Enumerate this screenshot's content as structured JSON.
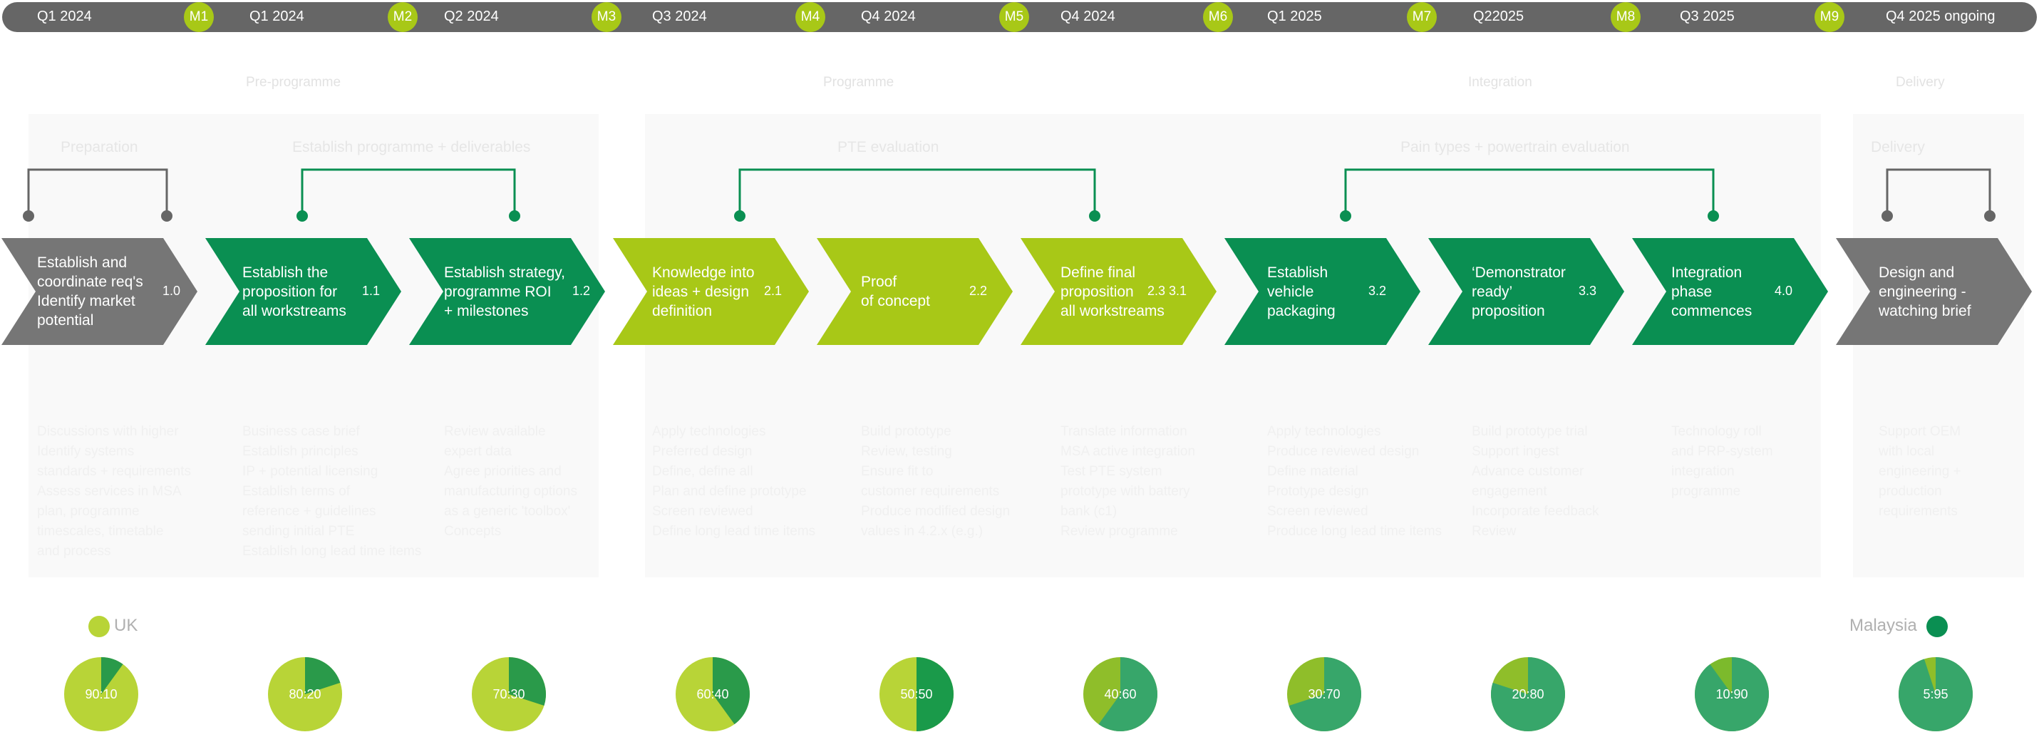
{
  "colors": {
    "timeline": "#666666",
    "milestone": "#a8c817",
    "dark_green": "#0a8f52",
    "light_green": "#a8c817",
    "gray": "#767676",
    "bracket_green": "#0a8f52",
    "bracket_gray": "#666666",
    "uk": "#b8d437",
    "malaysia": "#0a8f52"
  },
  "timeline": {
    "periods": [
      "Q1 2024",
      "Q1 2024",
      "Q2 2024",
      "Q3 2024",
      "Q4 2024",
      "Q4 2024",
      "Q1 2025",
      "Q22025",
      "Q3 2025",
      "Q4 2025 ongoing"
    ],
    "milestones": [
      "M1",
      "M2",
      "M3",
      "M4",
      "M5",
      "M6",
      "M7",
      "M8",
      "M9"
    ]
  },
  "header_ghost": [
    "Pre-programme",
    "Programme",
    "Integration",
    "Delivery"
  ],
  "phases": [
    {
      "label": "Preparation",
      "color": "gray"
    },
    {
      "label": "Establish programme + deliverables",
      "color": "dark_green"
    },
    {
      "label": "PTE evaluation",
      "color": "dark_green"
    },
    {
      "label": "Pain types + powertrain evaluation",
      "color": "dark_green"
    },
    {
      "label": "Delivery",
      "color": "gray"
    }
  ],
  "steps": [
    {
      "lines": [
        "Establish and",
        "coordinate req's",
        "Identify market",
        "potential"
      ],
      "num": "1.0",
      "color": "gray"
    },
    {
      "lines": [
        "Establish the",
        "proposition for",
        "all workstreams"
      ],
      "num": "1.1",
      "color": "dark_green"
    },
    {
      "lines": [
        "Establish strategy,",
        "programme ROI",
        "+ milestones"
      ],
      "num": "1.2",
      "color": "dark_green"
    },
    {
      "lines": [
        "Knowledge into",
        "ideas + design",
        "definition"
      ],
      "num": "2.1",
      "color": "light_green"
    },
    {
      "lines": [
        "Proof",
        "of concept"
      ],
      "num": "2.2",
      "color": "light_green"
    },
    {
      "lines": [
        "Define final",
        "proposition",
        "all workstreams"
      ],
      "num": "2.3   3.1",
      "color": "light_green"
    },
    {
      "lines": [
        "Establish",
        "vehicle",
        "packaging"
      ],
      "num": "3.2",
      "color": "dark_green"
    },
    {
      "lines": [
        "‘Demonstrator",
        "ready’",
        "proposition"
      ],
      "num": "3.3",
      "color": "dark_green"
    },
    {
      "lines": [
        "Integration",
        "phase",
        "commences"
      ],
      "num": "4.0",
      "color": "dark_green"
    },
    {
      "lines": [
        "Design and",
        "engineering -",
        "watching brief"
      ],
      "num": "",
      "color": "gray"
    }
  ],
  "tasks": [
    [
      "Discussions with higher",
      "Identify systems",
      "standards + requirements",
      "Assess services in MSA",
      "plan, programme",
      "timescales, timetable",
      "and process"
    ],
    [
      "Business case brief",
      "Establish principles",
      "IP + potential licensing",
      "Establish terms of",
      "reference + guidelines",
      "sending initial PTE",
      "Establish long lead time items"
    ],
    [
      "Review available",
      "expert data",
      "Agree priorities and",
      "manufacturing options",
      "as a generic 'toolbox'",
      "Concepts"
    ],
    [
      "Apply technologies",
      "Preferred design",
      "Define, define all",
      "Plan and define prototype",
      "Screen reviewed",
      "Define long lead time items"
    ],
    [
      "Build prototype",
      "Review, testing",
      "Ensure fit to",
      "customer requirements",
      "Produce modified design",
      "values in 4.2.x (e.g.)"
    ],
    [
      "Translate information",
      "MSA active integration",
      "Test PTE system",
      "prototype with battery",
      "bank (c1)",
      "Review programme"
    ],
    [
      "Apply technologies",
      "Produce reviewed design",
      "Define material",
      "Prototype design",
      "Screen reviewed",
      "Produce long lead time items"
    ],
    [
      "Build prototype trial",
      "Support ingest",
      "Advance customer",
      "engagement",
      "Incorporate feedback",
      "Review"
    ],
    [
      "Technology roll",
      "and PRP-system",
      "integration",
      "programme"
    ],
    [
      "Support OEM",
      "with local",
      "engineering +",
      "production",
      "requirements"
    ]
  ],
  "legend": {
    "left": "UK",
    "right": "Malaysia"
  },
  "chart_data": {
    "type": "pie",
    "series_names": [
      "UK",
      "Malaysia"
    ],
    "pies": [
      {
        "label": "90:10",
        "values": [
          90,
          10
        ]
      },
      {
        "label": "80:20",
        "values": [
          80,
          20
        ]
      },
      {
        "label": "70:30",
        "values": [
          70,
          30
        ]
      },
      {
        "label": "60:40",
        "values": [
          60,
          40
        ]
      },
      {
        "label": "50:50",
        "values": [
          50,
          50
        ]
      },
      {
        "label": "40:60",
        "values": [
          40,
          60
        ]
      },
      {
        "label": "30:70",
        "values": [
          30,
          70
        ]
      },
      {
        "label": "20:80",
        "values": [
          20,
          80
        ]
      },
      {
        "label": "10:90",
        "values": [
          10,
          90
        ]
      },
      {
        "label": "5:95",
        "values": [
          5,
          95
        ]
      }
    ]
  }
}
